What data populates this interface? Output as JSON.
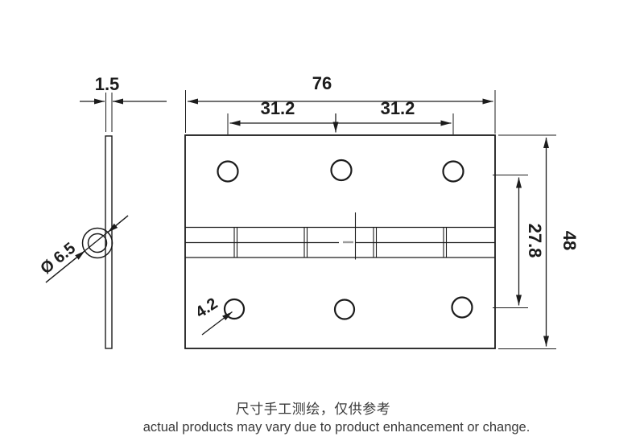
{
  "dimensions": {
    "thickness": "1.5",
    "plate_width": "76",
    "hole_pitch_left": "31.2",
    "hole_pitch_right": "31.2",
    "plate_height": "48",
    "hole_row_spacing": "27.8",
    "screw_hole_diameter": "4.2",
    "knuckle_diameter": "Ø 6.5"
  },
  "footer": {
    "disclaimer_zh": "尺寸手工测绘，仅供参考",
    "disclaimer_en": "actual products may vary due to product enhancement or change."
  },
  "colors": {
    "line": "#1c1c1c",
    "background": "#ffffff",
    "center_dash": "#9a9a9a",
    "footer_text": "#3a3a3a"
  }
}
